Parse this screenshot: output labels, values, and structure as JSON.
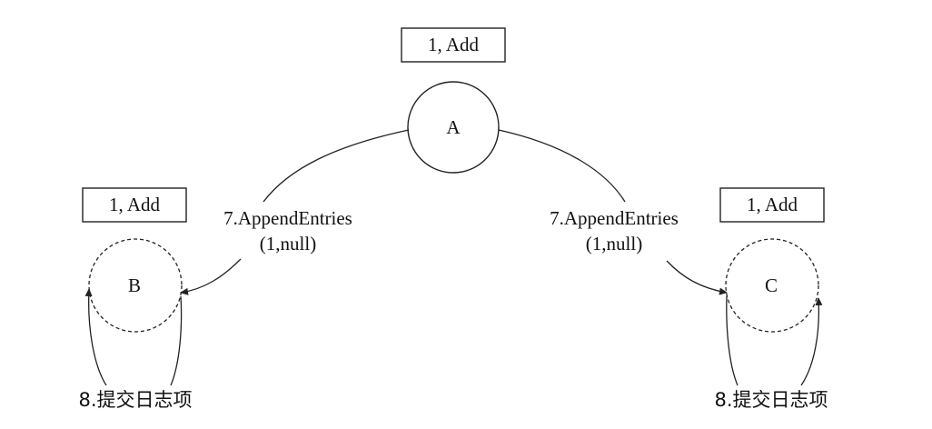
{
  "log_entries": {
    "a": "1, Add",
    "b": "1, Add",
    "c": "1, Add"
  },
  "nodes": {
    "a": "A",
    "b": "B",
    "c": "C"
  },
  "messages": {
    "to_b_line1": "7.AppendEntries",
    "to_b_line2": "(1,null)",
    "to_c_line1": "7.AppendEntries",
    "to_c_line2": "(1,null)"
  },
  "commit_labels": {
    "b": "8.提交日志项",
    "c": "8.提交日志项"
  }
}
